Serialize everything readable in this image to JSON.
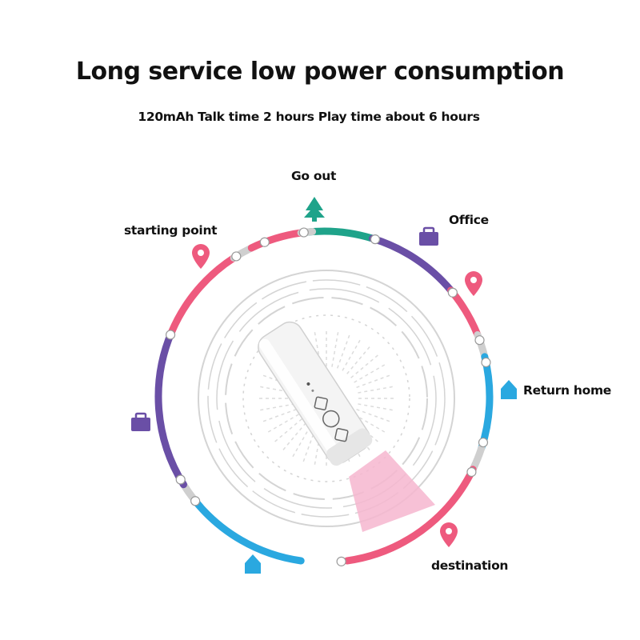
{
  "header": {
    "title": "Long service low power consumption",
    "subtitle": "120mAh Talk time 2 hours Play time about 6 hours"
  },
  "labels": {
    "go_out": "Go out",
    "office": "Office",
    "starting_point": "starting point",
    "return_home": "Return home",
    "destination": "destination"
  },
  "colors": {
    "pink": "#ee5a7e",
    "purple": "#6a4fa6",
    "teal": "#1fa38a",
    "blue": "#2aa8e0",
    "gray": "#cfcfcf",
    "laser": "#f6b6cf"
  },
  "icons": {
    "go_out": "tree-icon",
    "office": "briefcase-icon",
    "starting_point": "location-pin-icon",
    "return_home": "house-icon",
    "destination": "location-pin-icon"
  }
}
